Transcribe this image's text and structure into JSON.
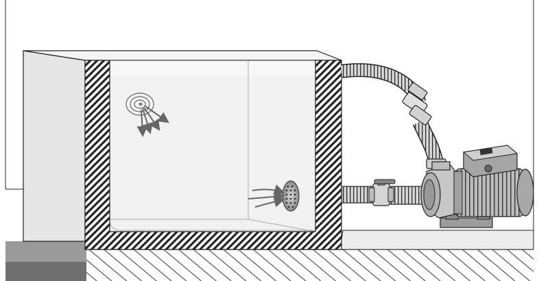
{
  "diagram": {
    "labels": [],
    "components": [
      "pool-basin",
      "pool-wall-cross-section",
      "return-inlet-nozzle",
      "suction-outlet-grate",
      "suction-hose",
      "return-hose",
      "ball-valve",
      "hose-couplings",
      "pool-pump",
      "pump-motor",
      "terminal-box",
      "ground"
    ],
    "colors": {
      "line": "#222222",
      "wall_fill": "#e6e6e6",
      "water": "#f1f1f1",
      "pump_body": "#bdbdbd",
      "ground_edge": "#9a9a9a"
    }
  }
}
